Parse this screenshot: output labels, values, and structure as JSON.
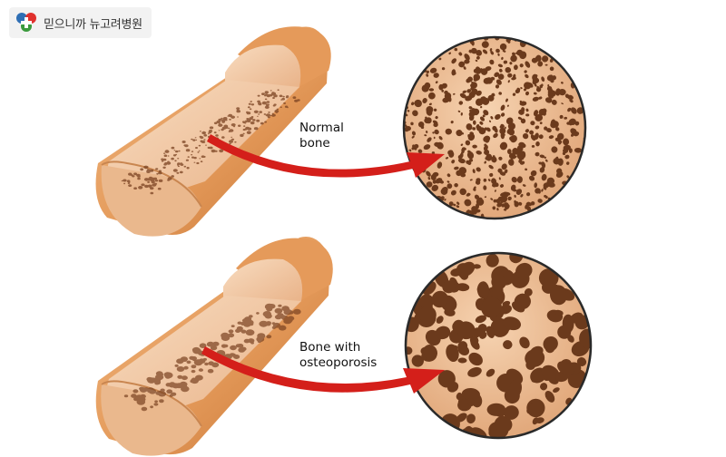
{
  "brand": {
    "name": "믿으니까 뉴고려병원",
    "logo_icon": "hospital-cross-logo-icon",
    "logo_colors": [
      "#2f6fb5",
      "#e0312d",
      "#3a9a3d"
    ]
  },
  "panels": [
    {
      "id": "normal",
      "caption_line1": "Normal",
      "caption_line2": "bone",
      "magnified_icon": "normal-bone-magnified-icon",
      "bone_icon": "normal-bone-segment-icon"
    },
    {
      "id": "osteoporosis",
      "caption_line1": "Bone with",
      "caption_line2": "osteoporosis",
      "magnified_icon": "osteoporotic-bone-magnified-icon",
      "bone_icon": "osteoporotic-bone-segment-icon"
    }
  ],
  "colors": {
    "bone_light": "#f3c9a2",
    "bone_mid": "#e7a878",
    "bone_shaft": "#e59a5a",
    "bone_shaft_dark": "#c87535",
    "pore": "#6b3a1c",
    "arrow": "#d41f1a",
    "circle_border": "#2a2a2a"
  }
}
